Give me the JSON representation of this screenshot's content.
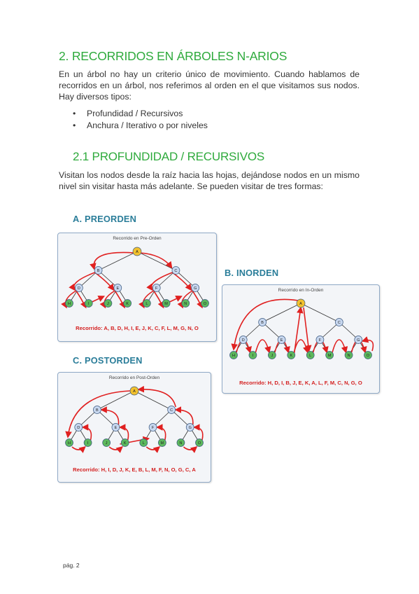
{
  "section_title": "2. RECORRIDOS EN ÁRBOLES N-ARIOS",
  "intro_paragraph": "En un árbol no hay un criterio único de movimiento. Cuando hablamos de recorridos en un árbol, nos referimos al orden en el que visitamos sus nodos. Hay diversos tipos:",
  "bullets": [
    "Profundidad / Recursivos",
    "Anchura / Iterativo o por niveles"
  ],
  "subsection_title": "2.1 PROFUNDIDAD / RECURSIVOS",
  "subsection_paragraph": "Visitan los nodos desde la raíz hacia las hojas, dejándose nodos en un mismo nivel sin visitar hasta más adelante. Se pueden visitar de tres formas:",
  "preorden": {
    "heading": "A. PREORDEN",
    "panel_title": "Recorrido en Pre-Orden",
    "sequence": "Recorrido: A, B, D, H, I, E, J, K, C, F, L, M, G, N, O"
  },
  "inorden": {
    "heading": "B. INORDEN",
    "panel_title": "Recorrido en In-Orden",
    "sequence": "Recorrido: H, D, I, B, J, E, K, A, L, F, M, C, N, G, O"
  },
  "postorden": {
    "heading": "C. POSTORDEN",
    "panel_title": "Recorrido en Post-Orden",
    "sequence": "Recorrido: H, I, D, J, K, E, B, L, M, F, N, O, G, C, A"
  },
  "tree_nodes": {
    "root": "A",
    "level1": [
      "B",
      "C"
    ],
    "level2": [
      "D",
      "E",
      "F",
      "G"
    ],
    "leaves": [
      "H",
      "I",
      "J",
      "K",
      "L",
      "M",
      "N",
      "O"
    ]
  },
  "colors": {
    "heading_green": "#2eaa3c",
    "subheading_blue": "#2a7d99",
    "root_node": "#f2c12e",
    "inner_node": "#c8d8f0",
    "leaf_node": "#5cb85c",
    "traversal_arrow": "#e02020"
  },
  "footer": "pág. 2"
}
